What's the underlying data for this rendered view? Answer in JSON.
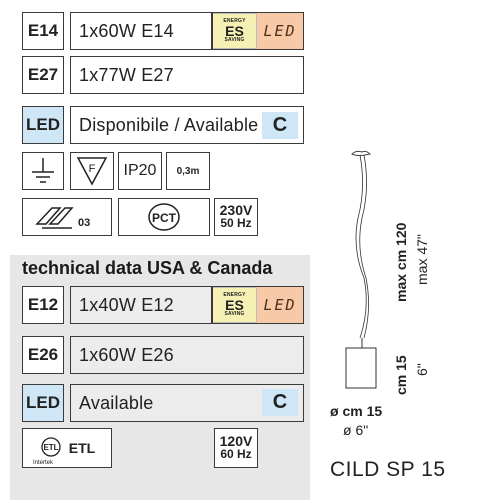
{
  "title_product": "CILD SP 15",
  "row_e14": {
    "code": "E14",
    "value": "1x60W E14"
  },
  "row_e27": {
    "code": "E27",
    "value": "1x77W E27"
  },
  "row_led": {
    "code": "LED",
    "value": "Disponibile / Available",
    "letter": "C"
  },
  "energy_badge": {
    "top": "ENERGY",
    "main": "ES",
    "bottom": "SAVING"
  },
  "led_badge": "LED",
  "cert_icons": [
    "ground-symbol-icon",
    "f-triangle-icon",
    "ip20-label",
    "0.3m-distance-icon"
  ],
  "ip_label": "IP20",
  "dist_label": "0,3m",
  "icons_row2": [
    "eac03-mark-icon",
    "pct-mark-icon"
  ],
  "eac_text": "03",
  "voltage_eu": {
    "v": "230V",
    "hz": "50 Hz"
  },
  "usa": {
    "heading": "technical data USA & Canada",
    "row_e12": {
      "code": "E12",
      "value": "1x40W E12"
    },
    "row_e26": {
      "code": "E26",
      "value": "1x60W E26"
    },
    "row_led": {
      "code": "LED",
      "value": "Available",
      "letter": "C"
    },
    "etl_label": "ETL",
    "etl_sub": "Intertek",
    "voltage": {
      "v": "120V",
      "hz": "60 Hz"
    }
  },
  "dimensions": {
    "max_cm": "max cm 120",
    "max_in": "max 47\"",
    "height_cm": "cm 15",
    "height_in": "6\"",
    "dia_cm": "ø cm 15",
    "dia_in": "ø 6\""
  },
  "colors": {
    "led_blue": "#cfe6f6",
    "energy_yellow": "#f5f0b4",
    "led_orange": "#f8c9a6",
    "usa_gray": "#e7e7e7"
  }
}
